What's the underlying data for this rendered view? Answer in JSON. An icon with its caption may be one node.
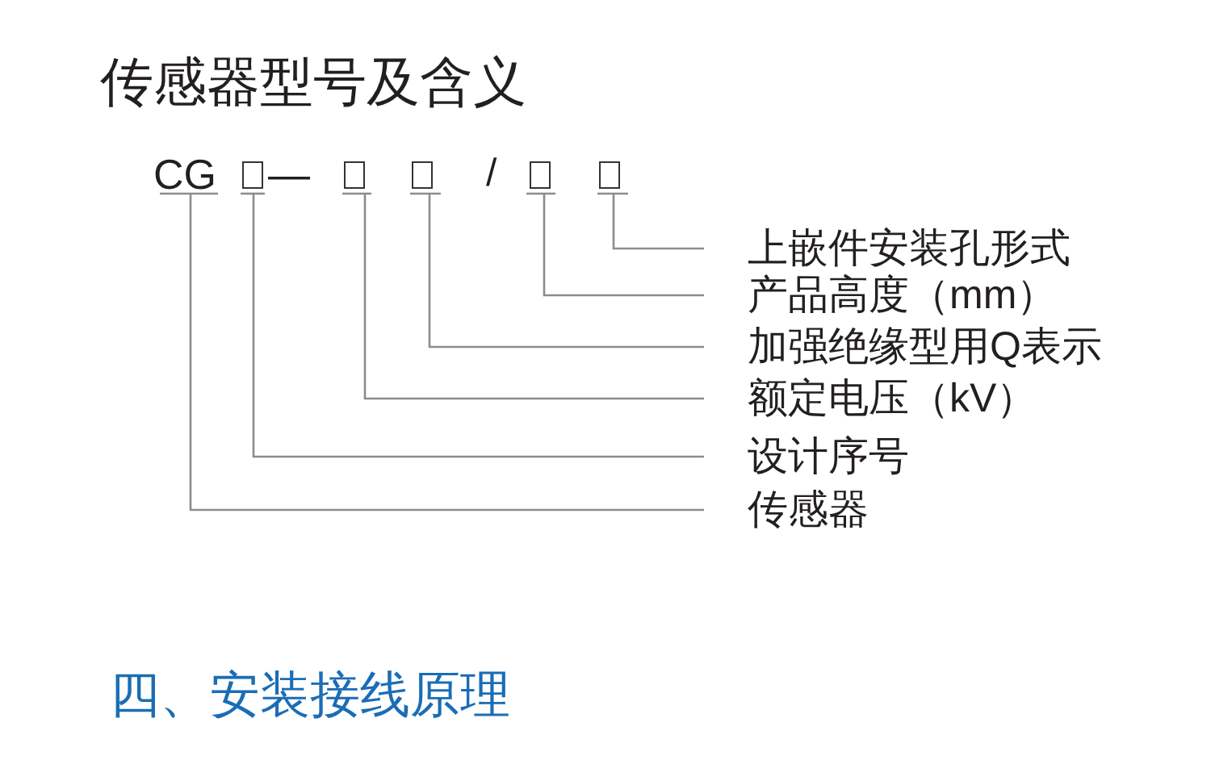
{
  "diagram": {
    "title": "传感器型号及含义",
    "nodes": [
      {
        "text": [
          "CG"
        ]
      },
      {
        "text": [],
        "shape": "box"
      },
      {
        "text": [],
        "shape": "box"
      },
      {
        "text": [],
        "shape": "box"
      },
      {
        "text": [],
        "shape": "box"
      },
      {
        "text": [],
        "shape": "box"
      },
      {
        "text": [
          "上嵌件安装孔形式"
        ]
      },
      {
        "text": [
          "产品高度（mm）"
        ]
      },
      {
        "text": [
          "加强绝缘型用Q表示"
        ]
      },
      {
        "text": [
          "额定电压（kV）"
        ]
      },
      {
        "text": [
          "设计序号"
        ]
      },
      {
        "text": [
          "传感器"
        ]
      }
    ],
    "edges": [
      {
        "from": 6,
        "to": 5,
        "arrow": "none"
      },
      {
        "from": 7,
        "to": 4,
        "arrow": "none"
      },
      {
        "from": 8,
        "to": 3,
        "arrow": "none"
      },
      {
        "from": 9,
        "to": 2,
        "arrow": "none"
      },
      {
        "from": 10,
        "to": 1,
        "arrow": "none"
      },
      {
        "from": 11,
        "to": 0,
        "arrow": "none"
      }
    ],
    "labels": [
      "—",
      "/",
      "四、安装接线原理"
    ]
  }
}
